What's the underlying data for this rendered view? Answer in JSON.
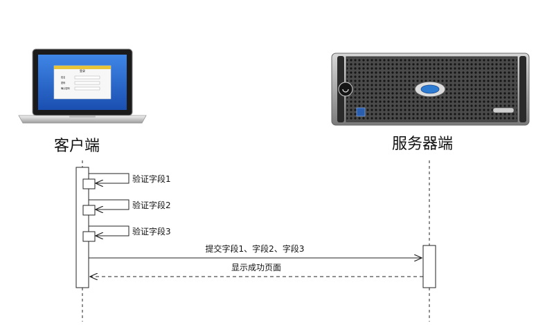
{
  "actors": {
    "client": {
      "label": "客户端"
    },
    "server": {
      "label": "服务器端"
    }
  },
  "laptop_screen": {
    "title": "登录",
    "fields": [
      "姓名",
      "密码",
      "确认密码"
    ]
  },
  "self_messages": [
    {
      "label": "验证字段1"
    },
    {
      "label": "验证字段2"
    },
    {
      "label": "验证字段3"
    }
  ],
  "messages": [
    {
      "label": "提交字段1、字段2、字段3",
      "from": "client",
      "to": "server",
      "style": "solid"
    },
    {
      "label": "显示成功页面",
      "from": "server",
      "to": "client",
      "style": "dashed"
    }
  ],
  "colors": {
    "line": "#222222",
    "laptop_screen": "#1d5fc9",
    "server_body": "#3a3a3a",
    "server_badge": "#2a5fb0"
  }
}
